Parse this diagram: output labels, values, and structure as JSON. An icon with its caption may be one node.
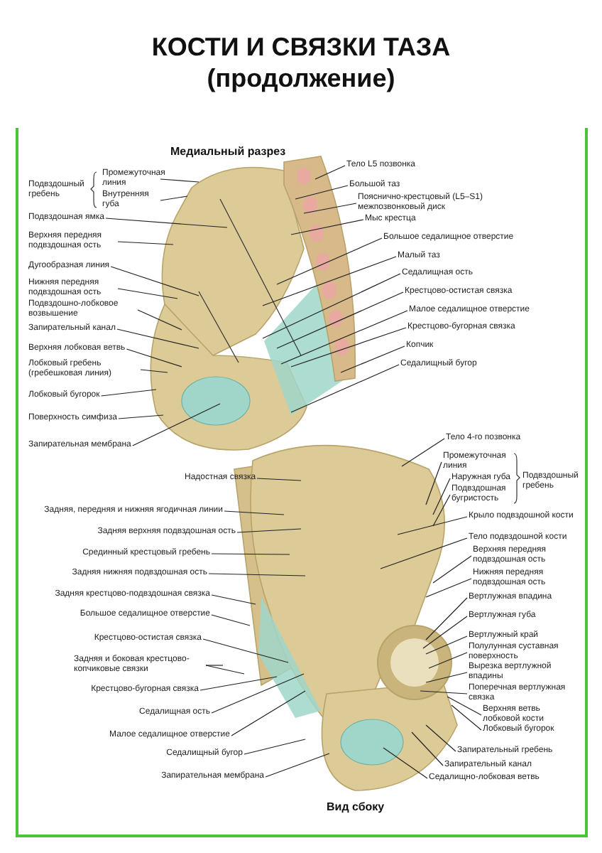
{
  "diagram": {
    "title": "КОСТИ И СВЯЗКИ ТАЗА (продолжение)",
    "nodes": [
      {
        "text": [
          "Промежуточная линия"
        ]
      },
      {
        "text": [
          "Внутренняя губа"
        ]
      },
      {
        "text": [
          "Подвздошная ямка"
        ]
      },
      {
        "text": [
          "Верхняя передняя подвздошная ость"
        ]
      },
      {
        "text": [
          "Дугообразная линия"
        ]
      },
      {
        "text": [
          "Нижняя передняя подвздошная ость"
        ]
      },
      {
        "text": [
          "Подвздошно-лобковое возвышение"
        ]
      },
      {
        "text": [
          "Запирательный канал"
        ]
      },
      {
        "text": [
          "Верхняя лобковая ветвь"
        ]
      },
      {
        "text": [
          "Лобковый гребень (гребешковая линия)"
        ]
      },
      {
        "text": [
          "Лобковый бугорок"
        ]
      },
      {
        "text": [
          "Поверхность симфиза"
        ]
      },
      {
        "text": [
          "Запирательная мембрана"
        ]
      },
      {
        "text": [
          "Тело L5 позвонка"
        ]
      },
      {
        "text": [
          "Большой таз"
        ]
      },
      {
        "text": [
          "Пояснично-крестцовый (L5–S1) межпозвонковый диск"
        ]
      },
      {
        "text": [
          "Мыс крестца"
        ]
      },
      {
        "text": [
          "Большое седалищное отверстие"
        ]
      },
      {
        "text": [
          "Малый таз"
        ]
      },
      {
        "text": [
          "Седалищная ость"
        ]
      },
      {
        "text": [
          "Крестцово-остистая связка"
        ]
      },
      {
        "text": [
          "Малое седалищное отверстие"
        ]
      },
      {
        "text": [
          "Крестцово-бугорная связка"
        ]
      },
      {
        "text": [
          "Копчик"
        ]
      },
      {
        "text": [
          "Седалищный бугор"
        ]
      },
      {
        "text": [
          "Надостная связка"
        ]
      },
      {
        "text": [
          "Задняя, передняя и нижняя ягодичная линии"
        ]
      },
      {
        "text": [
          "Задняя верхняя подвздошная ость"
        ]
      },
      {
        "text": [
          "Срединный крестцовый гребень"
        ]
      },
      {
        "text": [
          "Задняя нижняя подвздошная ость"
        ]
      },
      {
        "text": [
          "Задняя крестцово-подвздошная связка"
        ]
      },
      {
        "text": [
          "Большое седалищное отверстие"
        ]
      },
      {
        "text": [
          "Крестцово-остистая связка"
        ]
      },
      {
        "text": [
          "Задняя и боковая крестцово-копчиковые связки"
        ]
      },
      {
        "text": [
          "Крестцово-бугорная связка"
        ]
      },
      {
        "text": [
          "Седалищная ость"
        ]
      },
      {
        "text": [
          "Малое седалищное отверстие"
        ]
      },
      {
        "text": [
          "Седалищный бугор"
        ]
      },
      {
        "text": [
          "Запирательная мембрана"
        ]
      },
      {
        "text": [
          "Тело 4-го позвонка"
        ]
      },
      {
        "text": [
          "Промежуточная линия"
        ]
      },
      {
        "text": [
          "Наружная губа"
        ]
      },
      {
        "text": [
          "Подвздошная бугристость"
        ]
      },
      {
        "text": [
          "Крыло подвздошной кости"
        ]
      },
      {
        "text": [
          "Тело подвздошной кости"
        ]
      },
      {
        "text": [
          "Верхняя передняя подвздошная ость"
        ]
      },
      {
        "text": [
          "Нижняя передняя подвздошная ость"
        ]
      },
      {
        "text": [
          "Вертлужная впадина"
        ]
      },
      {
        "text": [
          "Вертлужная губа"
        ]
      },
      {
        "text": [
          "Вертлужный край"
        ]
      },
      {
        "text": [
          "Полулунная суставная поверхность"
        ]
      },
      {
        "text": [
          "Вырезка вертлужной впадины"
        ]
      },
      {
        "text": [
          "Поперечная вертлужная связка"
        ]
      },
      {
        "text": [
          "Верхняя ветвь лобковой кости"
        ]
      },
      {
        "text": [
          "Лобковый бугорок"
        ]
      },
      {
        "text": [
          "Запирательный гребень"
        ]
      },
      {
        "text": [
          "Запирательный канал"
        ]
      },
      {
        "text": [
          "Седалищно-лобковая ветвь"
        ]
      },
      {
        "text": [],
        "shape": "picture"
      },
      {
        "text": [],
        "shape": "picture"
      }
    ],
    "edges": [
      {
        "from": 0,
        "to": 58,
        "arrow": "none"
      },
      {
        "from": 1,
        "to": 58,
        "arrow": "none"
      },
      {
        "from": 2,
        "to": 58,
        "arrow": "none"
      },
      {
        "from": 3,
        "to": 58,
        "arrow": "none"
      },
      {
        "from": 4,
        "to": 58,
        "arrow": "none"
      },
      {
        "from": 5,
        "to": 58,
        "arrow": "none"
      },
      {
        "from": 6,
        "to": 58,
        "arrow": "none"
      },
      {
        "from": 7,
        "to": 58,
        "arrow": "none"
      },
      {
        "from": 8,
        "to": 58,
        "arrow": "none"
      },
      {
        "from": 9,
        "to": 58,
        "arrow": "none"
      },
      {
        "from": 10,
        "to": 58,
        "arrow": "none"
      },
      {
        "from": 11,
        "to": 58,
        "arrow": "none"
      },
      {
        "from": 12,
        "to": 58,
        "arrow": "none"
      },
      {
        "from": 13,
        "to": 58,
        "arrow": "none"
      },
      {
        "from": 14,
        "to": 58,
        "arrow": "none"
      },
      {
        "from": 15,
        "to": 58,
        "arrow": "none"
      },
      {
        "from": 16,
        "to": 58,
        "arrow": "none"
      },
      {
        "from": 17,
        "to": 58,
        "arrow": "none"
      },
      {
        "from": 18,
        "to": 58,
        "arrow": "none"
      },
      {
        "from": 19,
        "to": 58,
        "arrow": "none"
      },
      {
        "from": 20,
        "to": 58,
        "arrow": "none"
      },
      {
        "from": 21,
        "to": 58,
        "arrow": "none"
      },
      {
        "from": 22,
        "to": 58,
        "arrow": "none"
      },
      {
        "from": 23,
        "to": 58,
        "arrow": "none"
      },
      {
        "from": 24,
        "to": 58,
        "arrow": "none"
      },
      {
        "from": 25,
        "to": 59,
        "arrow": "none"
      },
      {
        "from": 26,
        "to": 59,
        "arrow": "none"
      },
      {
        "from": 27,
        "to": 59,
        "arrow": "none"
      },
      {
        "from": 28,
        "to": 59,
        "arrow": "none"
      },
      {
        "from": 29,
        "to": 59,
        "arrow": "none"
      },
      {
        "from": 30,
        "to": 59,
        "arrow": "none"
      },
      {
        "from": 31,
        "to": 59,
        "arrow": "none"
      },
      {
        "from": 32,
        "to": 59,
        "arrow": "none"
      },
      {
        "from": 33,
        "to": 59,
        "arrow": "none"
      },
      {
        "from": 33,
        "to": 59,
        "arrow": "none"
      },
      {
        "from": 34,
        "to": 59,
        "arrow": "none"
      },
      {
        "from": 35,
        "to": 59,
        "arrow": "none"
      },
      {
        "from": 36,
        "to": 59,
        "arrow": "none"
      },
      {
        "from": 37,
        "to": 59,
        "arrow": "none"
      },
      {
        "from": 38,
        "to": 59,
        "arrow": "none"
      },
      {
        "from": 39,
        "to": 59,
        "arrow": "none"
      },
      {
        "from": 40,
        "to": 59,
        "arrow": "none"
      },
      {
        "from": 41,
        "to": 59,
        "arrow": "none"
      },
      {
        "from": 42,
        "to": 59,
        "arrow": "none"
      },
      {
        "from": 43,
        "to": 59,
        "arrow": "none"
      },
      {
        "from": 44,
        "to": 59,
        "arrow": "none"
      },
      {
        "from": 45,
        "to": 59,
        "arrow": "none"
      },
      {
        "from": 46,
        "to": 59,
        "arrow": "none"
      },
      {
        "from": 47,
        "to": 59,
        "arrow": "none"
      },
      {
        "from": 48,
        "to": 59,
        "arrow": "none"
      },
      {
        "from": 49,
        "to": 59,
        "arrow": "none"
      },
      {
        "from": 50,
        "to": 59,
        "arrow": "none"
      },
      {
        "from": 51,
        "to": 59,
        "arrow": "none"
      },
      {
        "from": 52,
        "to": 59,
        "arrow": "none"
      },
      {
        "from": 53,
        "to": 59,
        "arrow": "none"
      },
      {
        "from": 54,
        "to": 59,
        "arrow": "none"
      },
      {
        "from": 55,
        "to": 59,
        "arrow": "none"
      },
      {
        "from": 56,
        "to": 59,
        "arrow": "none"
      },
      {
        "from": 57,
        "to": 59,
        "arrow": "none"
      }
    ],
    "labels": [
      "Медиальный разрез",
      "Подвздошный гребень",
      "Подвздошный гребень",
      "Вид сбоку"
    ]
  }
}
